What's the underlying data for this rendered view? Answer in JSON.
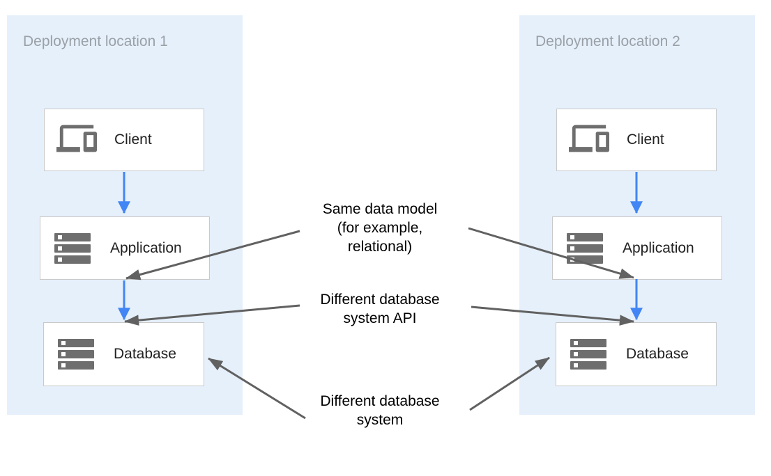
{
  "colors": {
    "panel_bg": "#E6F0FB",
    "arrow_blue": "#4285F4",
    "arrow_gray": "#616161",
    "box_border": "#C9C9C9",
    "box_bg": "#FFFFFF",
    "title_text": "#9AA0A6",
    "label_text": "#212121",
    "annotation_text": "#000000",
    "icon_gray": "#6E6E6E"
  },
  "panels": [
    {
      "title": "Deployment location 1",
      "nodes": [
        {
          "label": "Client",
          "icon": "devices-icon"
        },
        {
          "label": "Application",
          "icon": "storage-icon"
        },
        {
          "label": "Database",
          "icon": "storage-icon"
        }
      ]
    },
    {
      "title": "Deployment location 2",
      "nodes": [
        {
          "label": "Client",
          "icon": "devices-icon"
        },
        {
          "label": "Application",
          "icon": "storage-icon"
        },
        {
          "label": "Database",
          "icon": "storage-icon"
        }
      ]
    }
  ],
  "annotations": {
    "same_data_model": {
      "lines": [
        "Same data model",
        "(for example,",
        "relational)"
      ]
    },
    "different_db_api": {
      "lines": [
        "Different database",
        "system API"
      ]
    },
    "different_db_system": {
      "lines": [
        "Different database",
        "system"
      ]
    }
  }
}
